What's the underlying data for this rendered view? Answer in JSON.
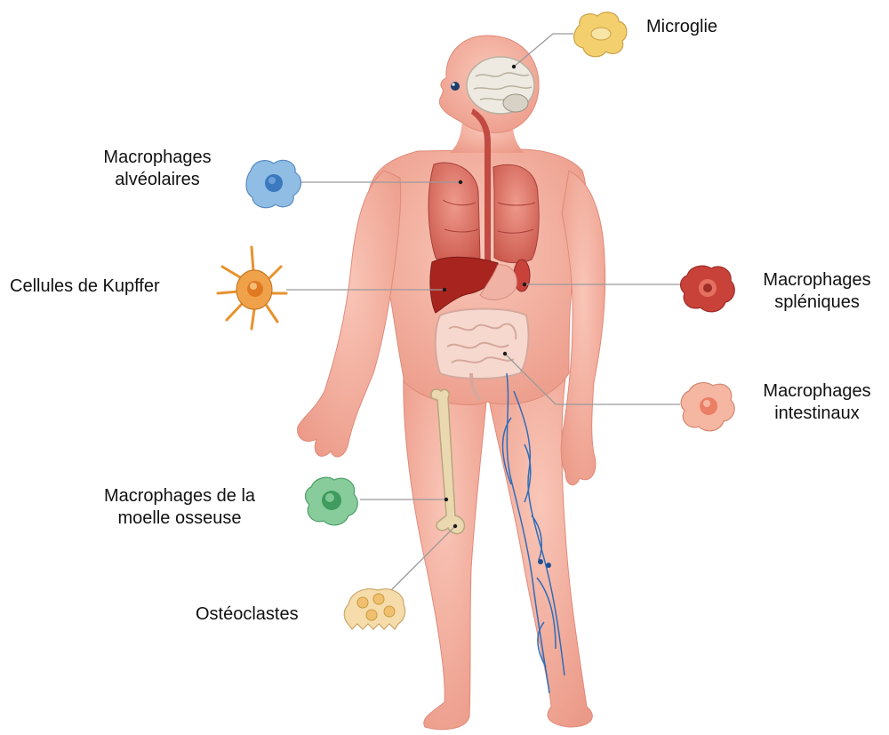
{
  "labels": {
    "microglie": "Microglie",
    "alveolaires_1": "Macrophages",
    "alveolaires_2": "alvéolaires",
    "kupffer": "Cellules de Kupffer",
    "spleniques_1": "Macrophages",
    "spleniques_2": "spléniques",
    "intestinaux_1": "Macrophages",
    "intestinaux_2": "intestinaux",
    "moelle_1": "Macrophages de la",
    "moelle_2": "moelle osseuse",
    "osteoclastes": "Ostéoclastes"
  },
  "colors": {
    "skin": "#f2a898",
    "skin_dark": "#e08a7a",
    "lung": "#d9665a",
    "liver": "#a8251f",
    "intestine": "#f6d8cf",
    "bone": "#ead8b0",
    "vein": "#2f6db8",
    "leader_line": "#9a9a9a",
    "cell_microglie": "#f4cf6e",
    "cell_alveolaire": "#7fb0dc",
    "cell_kupffer": "#f0a24a",
    "cell_splenique": "#c9423a",
    "cell_intestinal": "#f2a48c",
    "cell_moelle": "#7ac492",
    "cell_osteoclaste": "#f2d39a"
  }
}
